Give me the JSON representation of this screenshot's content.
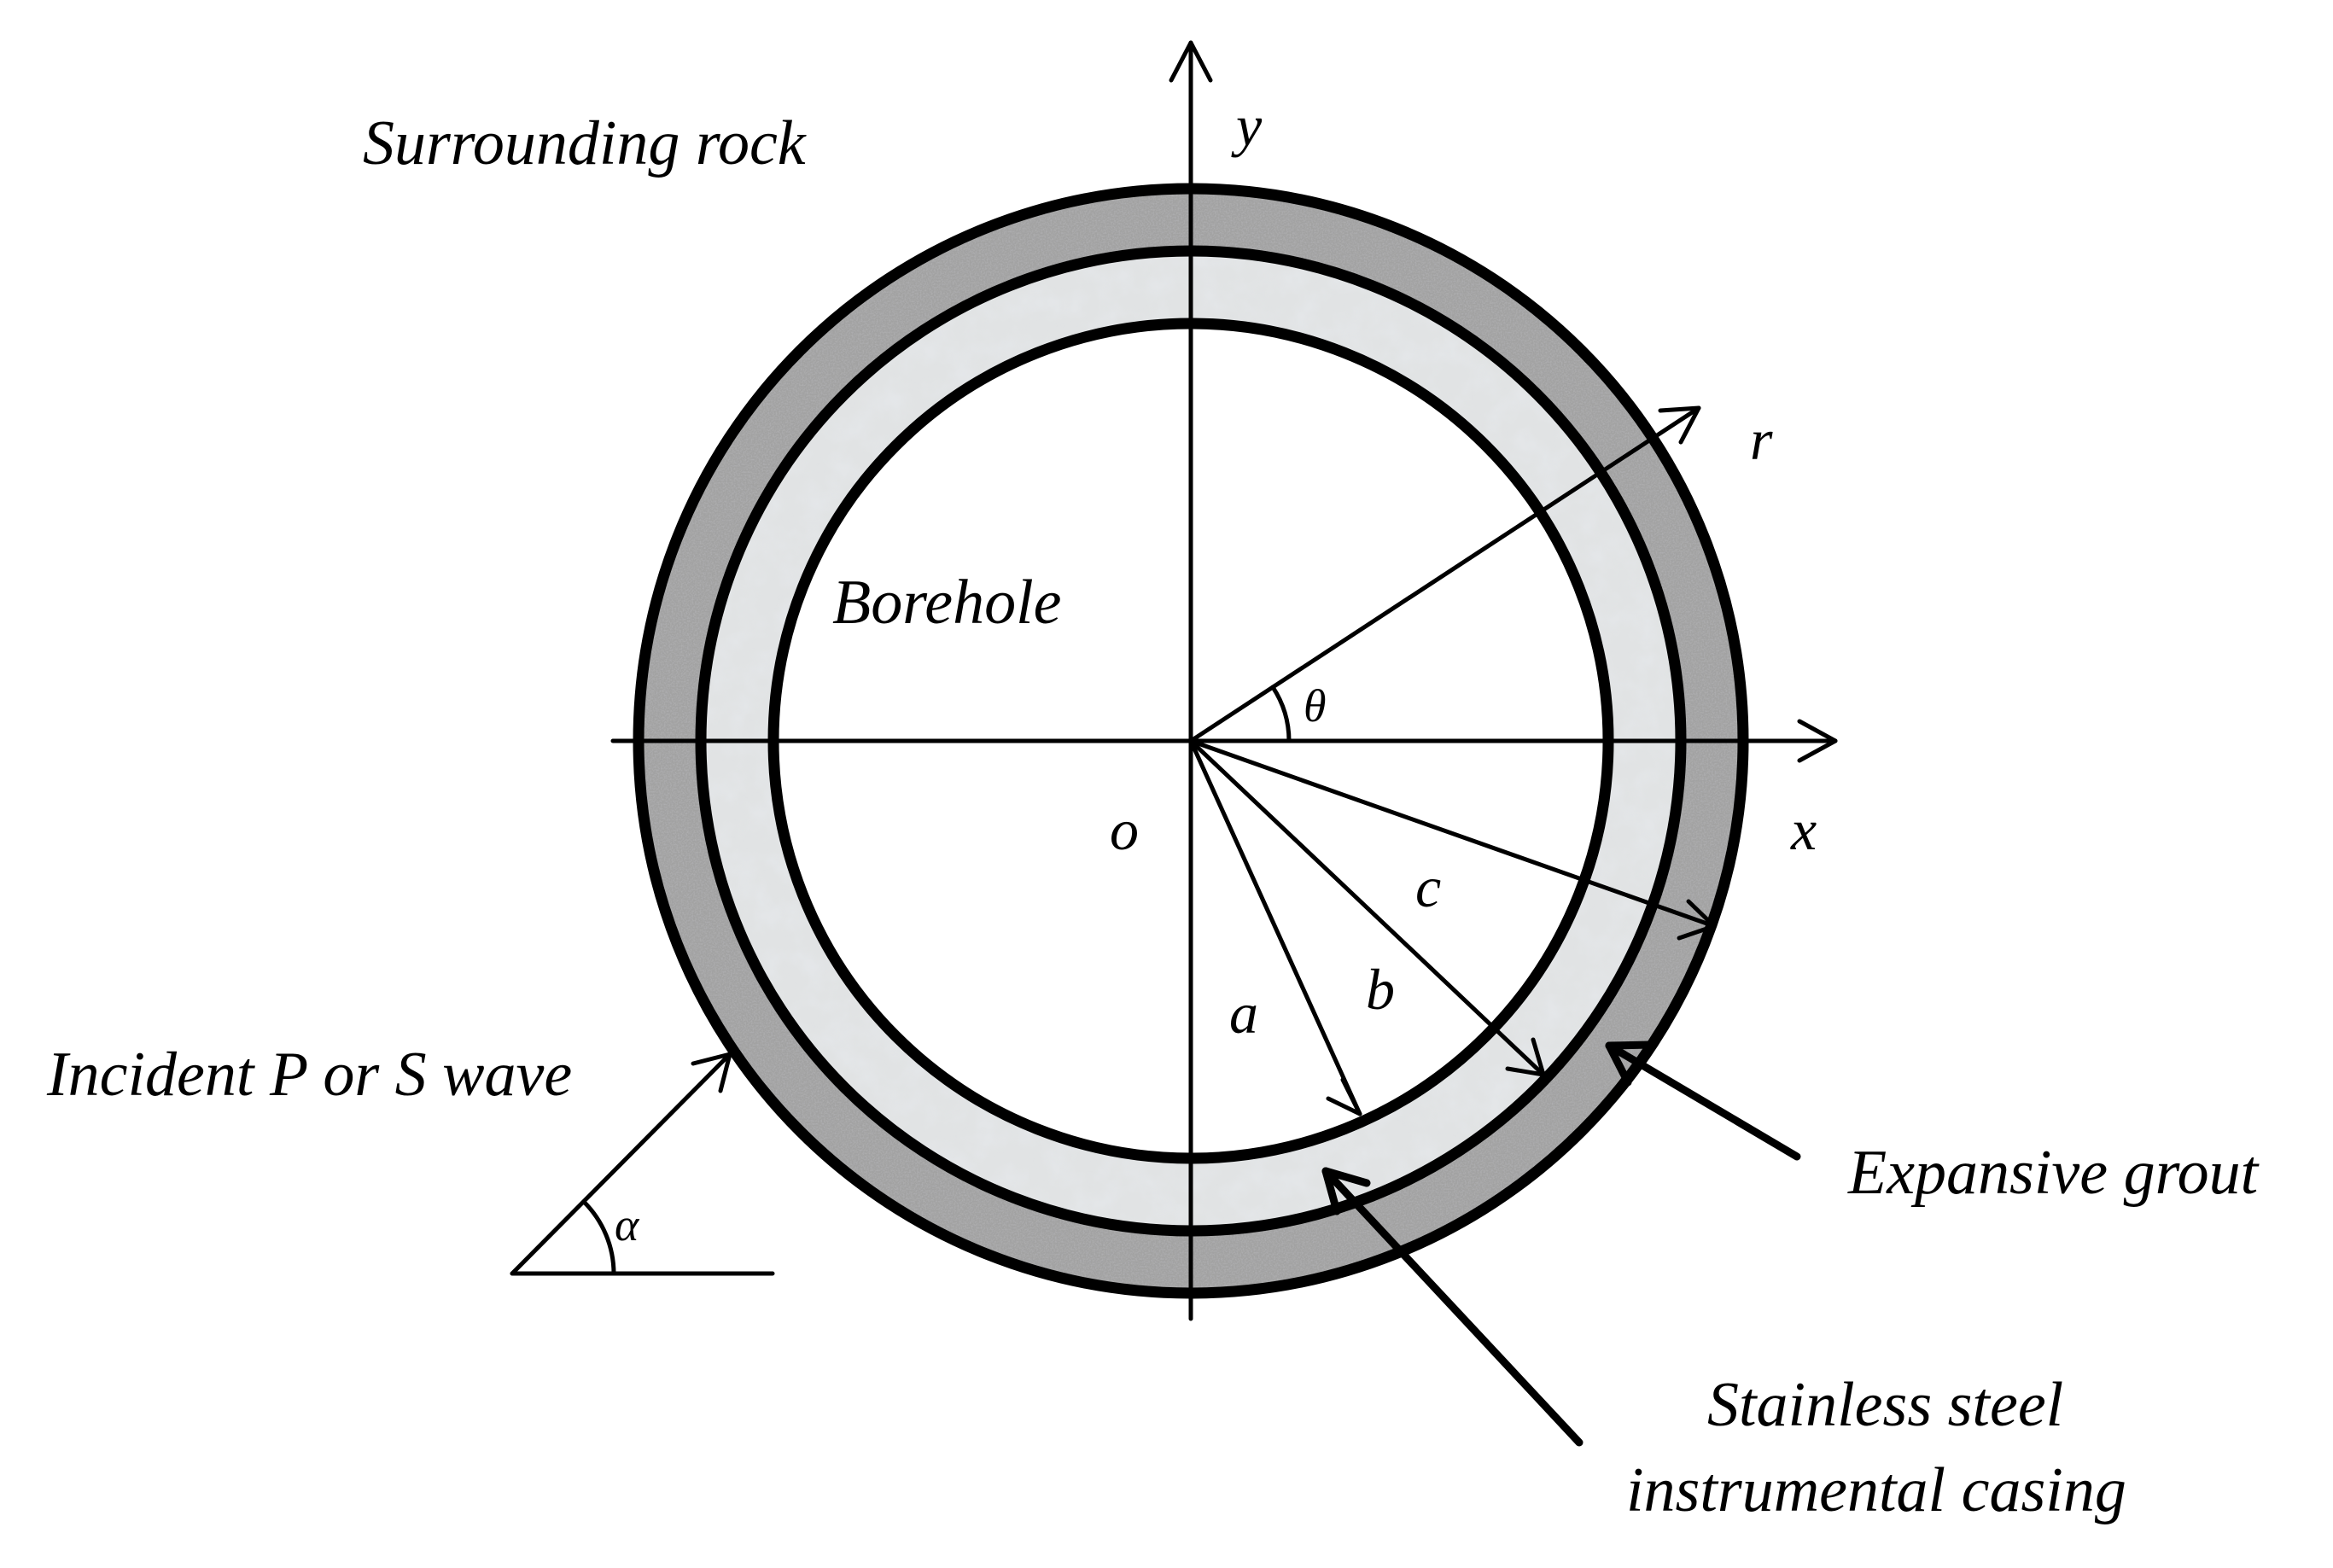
{
  "colors": {
    "background": "#ffffff",
    "line": "#000000",
    "grout_fill": "#9a9a9a",
    "casing_fill": "#dfe1e2",
    "borehole_fill": "#ffffff"
  },
  "labels": {
    "surrounding_rock": "Surrounding rock",
    "borehole": "Borehole",
    "incident_wave": "Incident P or S wave",
    "expansive_grout": "Expansive grout",
    "casing_line1": "Stainless steel",
    "casing_line2": "instrumental casing"
  },
  "axes": {
    "x": "x",
    "y": "y",
    "r": "r",
    "origin": "o",
    "theta": "θ",
    "alpha": "α"
  },
  "radii": {
    "a": "a",
    "b": "b",
    "c": "c"
  }
}
